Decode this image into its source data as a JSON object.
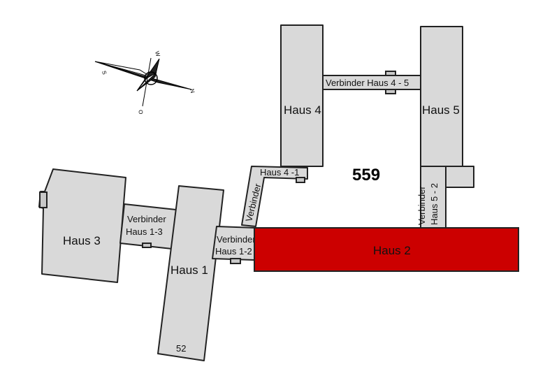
{
  "map": {
    "area_number": "559",
    "highlight_color": "#cc0000",
    "building_color": "#d9d9d9",
    "buildings": {
      "haus1": "Haus 1",
      "haus2": "Haus 2",
      "haus3": "Haus 3",
      "haus4": "Haus 4",
      "haus5": "Haus 5"
    },
    "connectors": {
      "v13_line1": "Verbinder",
      "v13_line2": "Haus 1-3",
      "v12_line1": "Verbinder",
      "v12_line2": "Haus 1-2",
      "v41_line1": "Haus 4 -1",
      "v41_line2": "Verbinder",
      "v45": "Verbinder Haus 4 - 5",
      "v52_line1": "Verbinder",
      "v52_line2": "Haus 5 - 2"
    },
    "haus1_number": "52",
    "compass": {
      "w": "W",
      "s": "S",
      "n": "N",
      "o": "O"
    }
  }
}
